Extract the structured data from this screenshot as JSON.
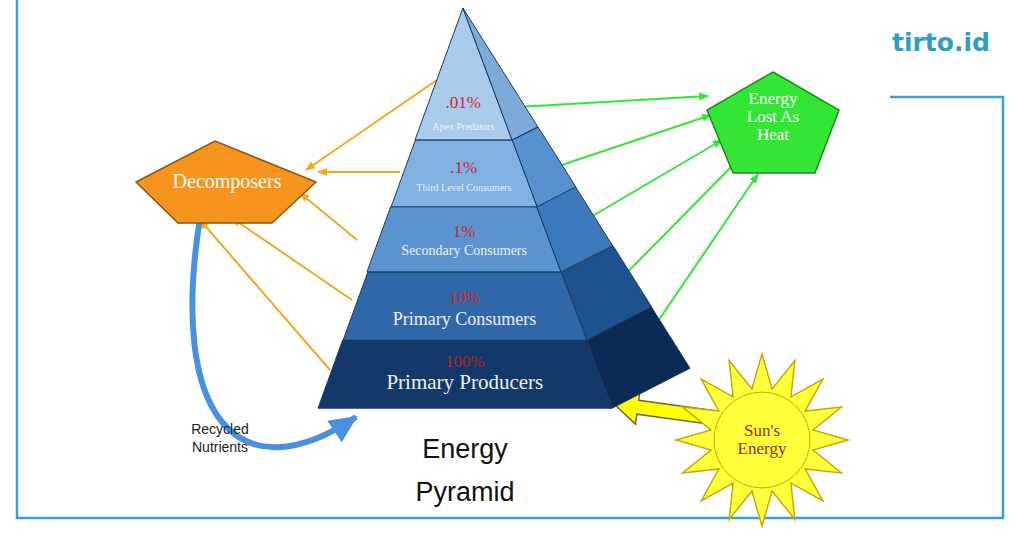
{
  "diagram": {
    "title": "Energy Pyramid",
    "nodes": [
      {
        "text": [
          "Decomposers"
        ]
      },
      {
        "text": [
          ".01%",
          "Apex Predators"
        ]
      },
      {
        "text": [
          ".1%",
          "Third Level Consumers"
        ]
      },
      {
        "text": [
          "1%",
          "Secondary Consumers"
        ]
      },
      {
        "text": [
          "10%",
          "Primary Consumers"
        ]
      },
      {
        "text": [
          "100%",
          "Primary Producers"
        ]
      },
      {
        "text": [
          "Energy Lost As Heat"
        ]
      },
      {
        "text": [
          "Sun's Energy"
        ]
      }
    ],
    "edges": [
      {
        "from": 1,
        "to": 0,
        "arrow": "to"
      },
      {
        "from": 2,
        "to": 0,
        "arrow": "to"
      },
      {
        "from": 3,
        "to": 0,
        "arrow": "to"
      },
      {
        "from": 4,
        "to": 0,
        "arrow": "to"
      },
      {
        "from": 5,
        "to": 0,
        "arrow": "to"
      },
      {
        "from": 1,
        "to": 6,
        "arrow": "to"
      },
      {
        "from": 2,
        "to": 6,
        "arrow": "to"
      },
      {
        "from": 3,
        "to": 6,
        "arrow": "to"
      },
      {
        "from": 4,
        "to": 6,
        "arrow": "to"
      },
      {
        "from": 5,
        "to": 6,
        "arrow": "to"
      },
      {
        "from": 0,
        "to": 5,
        "label": "Recycled Nutrients",
        "arrow": "to"
      },
      {
        "from": 7,
        "to": 5,
        "arrow": "to"
      }
    ],
    "labels": [
      "tirto.id"
    ]
  }
}
